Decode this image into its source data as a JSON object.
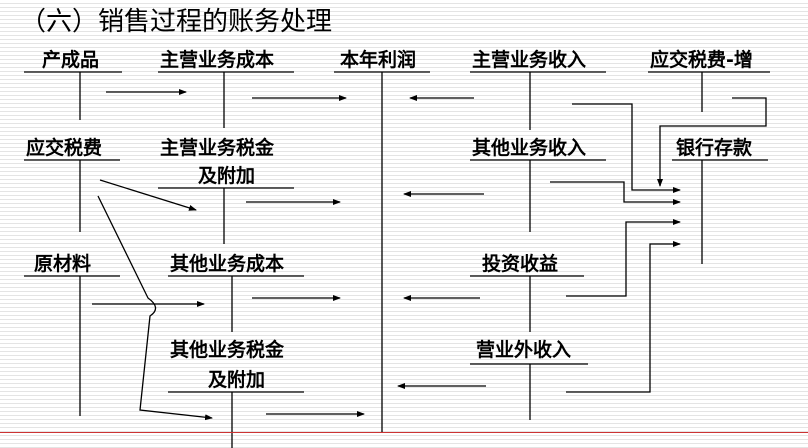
{
  "title": "（六）销售过程的账务处理",
  "accounts": {
    "finished_goods": "产成品",
    "main_business_cost": "主营业务成本",
    "profit": "本年利润",
    "main_business_income": "主营业务收入",
    "vat_payable": "应交税费-增",
    "taxes_payable": "应交税费",
    "main_business_tax_line1": "主营业务税金",
    "main_business_tax_line2": "及附加",
    "other_business_income": "其他业务收入",
    "bank_deposit": "银行存款",
    "raw_materials": "原材料",
    "other_business_cost": "其他业务成本",
    "investment_income": "投资收益",
    "other_business_tax_line1": "其他业务税金",
    "other_business_tax_line2": "及附加",
    "non_operating_income": "营业外收入"
  },
  "colors": {
    "line": "#000000",
    "stripe": "#e4e4e4",
    "rule": "#cc3333"
  }
}
